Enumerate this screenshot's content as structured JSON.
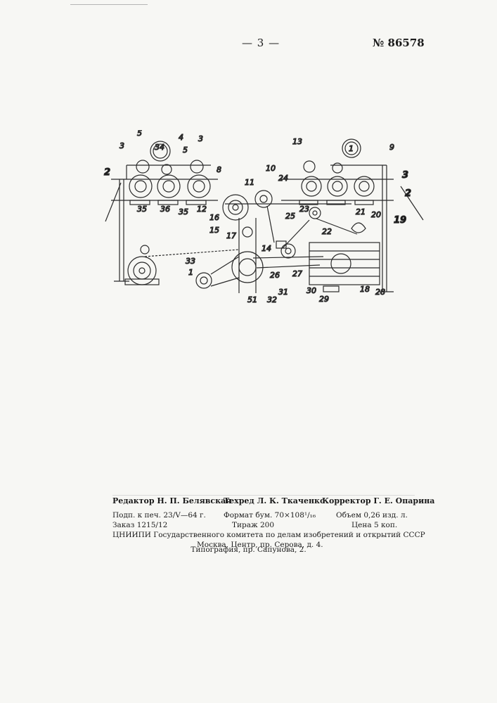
{
  "header": {
    "page_number": "— 3 —",
    "patent_number": "№ 86578"
  },
  "figure": {
    "labels": [
      "3",
      "5",
      "34",
      "4",
      "5",
      "3",
      "2",
      "35",
      "36",
      "35",
      "12",
      "16",
      "15",
      "8",
      "11",
      "10",
      "17",
      "14",
      "33",
      "1",
      "51",
      "32",
      "31",
      "26",
      "27",
      "25",
      "23",
      "22",
      "24",
      "13",
      "1",
      "9",
      "3",
      "2",
      "21",
      "20",
      "19",
      "18",
      "30",
      "29",
      "28"
    ]
  },
  "colophon": {
    "editor": "Редактор Н. П. Белявская",
    "tech_editor": "Техред Л. К. Ткаченко",
    "proofreader": "Корректор Г. Е. Опарина",
    "signed": "Подп. к печ. 23/V—64 г.",
    "format": "Формат бум. 70×108¹/₁₆",
    "volume": "Объем 0,26 изд. л.",
    "order": "Заказ 1215/12",
    "print_run": "Тираж 200",
    "price": "Цена 5 коп.",
    "institute": "ЦНИИПИ Государственного комитета по делам изобретений и открытий СССР",
    "address": "Москва, Центр, пр. Серова, д. 4.",
    "printing_house": "Типография, пр. Сапунова, 2."
  }
}
